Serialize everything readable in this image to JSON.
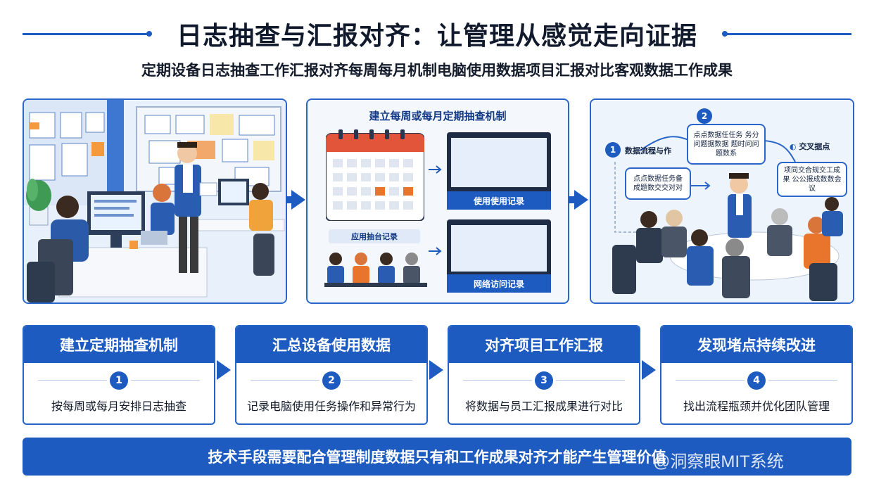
{
  "header": {
    "title": "日志抽查与汇报对齐：让管理从感觉走向证据",
    "subtitle": "定期设备日志抽查工作汇报对齐每周每月机制电脑使用数据项目汇报对比客观数据工作成果"
  },
  "panels": {
    "middle": {
      "title": "建立每周或每月定期抽查机制",
      "record_a": "使用使用记录",
      "record_b": "网络访问记录",
      "meeting_label": "应用抽台记录"
    },
    "right": {
      "node1_label": "数据流程与作",
      "bubble_top": "点点数据任任务 务分问题据数据 题时问问题数系",
      "bubble_left": "点点数据任务备 成题数交交对对",
      "bubble_right": "项同交合规交工成果 公公报成数数会议",
      "cross_label": "交叉据点",
      "badge1": "1",
      "badge2": "2"
    }
  },
  "steps": [
    {
      "title": "建立定期抽查机制",
      "number": "1",
      "desc": "按每周或每月安排日志抽查"
    },
    {
      "title": "汇总设备使用数据",
      "number": "2",
      "desc": "记录电脑使用任务操作和异常行为"
    },
    {
      "title": "对齐项目工作汇报",
      "number": "3",
      "desc": "将数据与员工汇报成果进行对比"
    },
    {
      "title": "发现堵点持续改进",
      "number": "4",
      "desc": "找出流程瓶颈并优化团队管理"
    }
  ],
  "footer": {
    "text": "技术手段需要配合管理制度数据只有和工作成果对齐才能产生管理价值",
    "watermark": "@洞察眼MIT系统"
  },
  "colors": {
    "primary": "#1d5bc1",
    "accent_orange": "#e9742b",
    "panel_bg": "#eef4fc"
  }
}
